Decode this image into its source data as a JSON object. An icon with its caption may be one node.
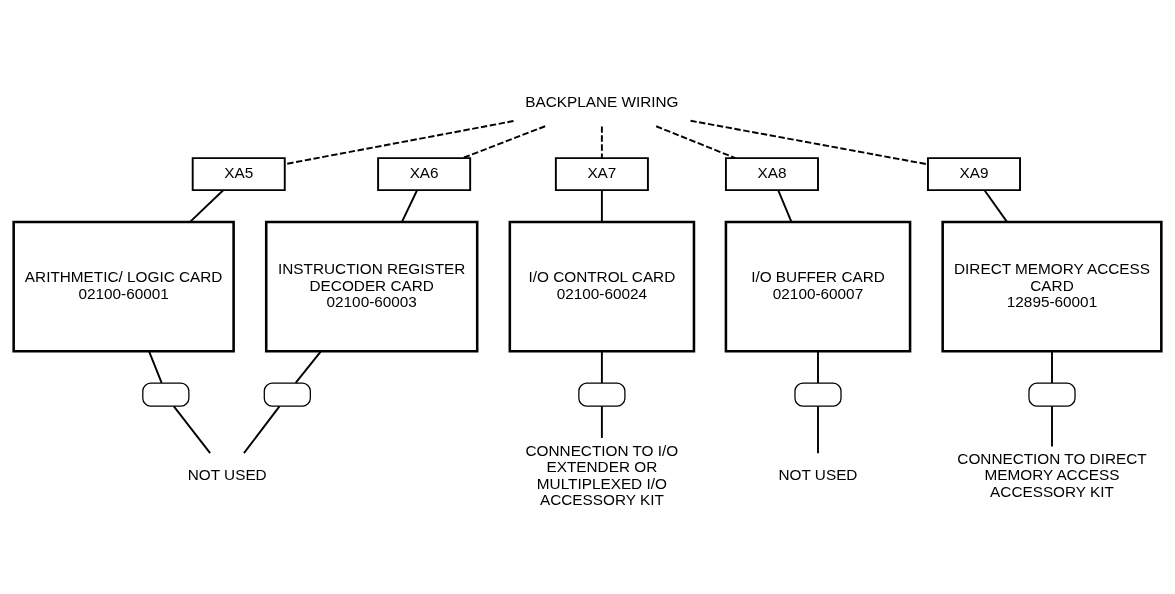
{
  "diagram": {
    "nodes": [
      {
        "text": [
          "BACKPLANE WIRING"
        ]
      },
      {
        "text": [
          "XA5"
        ]
      },
      {
        "text": [
          "XA6"
        ]
      },
      {
        "text": [
          "XA7"
        ]
      },
      {
        "text": [
          "XA8"
        ]
      },
      {
        "text": [
          "XA9"
        ]
      },
      {
        "text": [
          "ARITHMETIC/ LOGIC CARD",
          "02100-60001"
        ]
      },
      {
        "text": [
          "INSTRUCTION REGISTER DECODER CARD",
          "02100-60003"
        ]
      },
      {
        "text": [
          "I/O CONTROL CARD",
          "02100-60024"
        ]
      },
      {
        "text": [
          "I/O BUFFER CARD",
          "02100-60007"
        ]
      },
      {
        "text": [
          "DIRECT MEMORY ACCESS CARD",
          "12895-60001"
        ]
      },
      {
        "text": [],
        "shape": "box"
      },
      {
        "text": [],
        "shape": "box"
      },
      {
        "text": [],
        "shape": "box"
      },
      {
        "text": [],
        "shape": "box"
      },
      {
        "text": [],
        "shape": "box"
      },
      {
        "text": [
          "NOT USED"
        ]
      },
      {
        "text": [
          "CONNECTION TO I/O EXTENDER OR MULTIPLEXED I/O ACCESSORY KIT"
        ]
      },
      {
        "text": [
          "NOT USED"
        ]
      },
      {
        "text": [
          "CONNECTION TO DIRECT MEMORY ACCESS ACCESSORY KIT"
        ]
      }
    ],
    "edges": [
      {
        "from": 0,
        "to": 1,
        "arrow": "none",
        "style": "dashed"
      },
      {
        "from": 0,
        "to": 2,
        "arrow": "none",
        "style": "dashed"
      },
      {
        "from": 0,
        "to": 3,
        "arrow": "none",
        "style": "dashed"
      },
      {
        "from": 0,
        "to": 4,
        "arrow": "none",
        "style": "dashed"
      },
      {
        "from": 0,
        "to": 5,
        "arrow": "none",
        "style": "dashed"
      },
      {
        "from": 1,
        "to": 6,
        "arrow": "none"
      },
      {
        "from": 2,
        "to": 7,
        "arrow": "none"
      },
      {
        "from": 3,
        "to": 8,
        "arrow": "none"
      },
      {
        "from": 4,
        "to": 9,
        "arrow": "none"
      },
      {
        "from": 5,
        "to": 10,
        "arrow": "none"
      },
      {
        "from": 6,
        "to": 11,
        "arrow": "none"
      },
      {
        "from": 7,
        "to": 12,
        "arrow": "none"
      },
      {
        "from": 8,
        "to": 13,
        "arrow": "none"
      },
      {
        "from": 9,
        "to": 14,
        "arrow": "none"
      },
      {
        "from": 10,
        "to": 15,
        "arrow": "none"
      },
      {
        "from": 11,
        "to": 16,
        "arrow": "none"
      },
      {
        "from": 12,
        "to": 16,
        "arrow": "none"
      },
      {
        "from": 13,
        "to": 17,
        "arrow": "none"
      },
      {
        "from": 14,
        "to": 18,
        "arrow": "none"
      },
      {
        "from": 15,
        "to": 19,
        "arrow": "none"
      }
    ]
  }
}
